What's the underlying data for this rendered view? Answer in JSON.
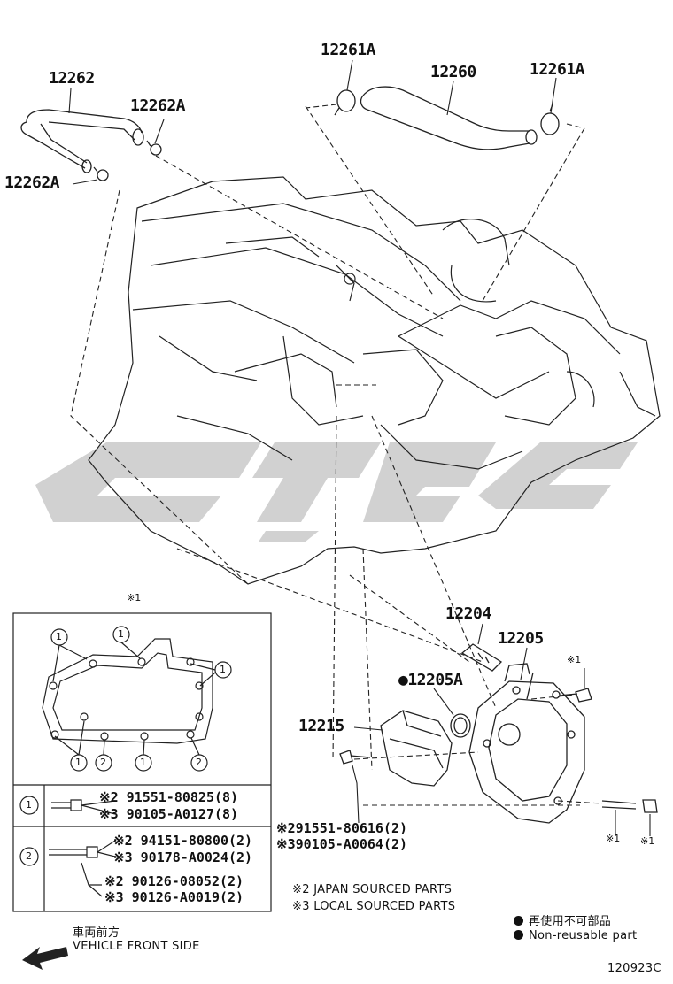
{
  "diagram_id": "120923C",
  "callouts": {
    "c12262": "12262",
    "c12262A_top": "12262A",
    "c12262A_left": "12262A",
    "c12261A_left": "12261A",
    "c12260": "12260",
    "c12261A_right": "12261A",
    "c12204": "12204",
    "c12205": "12205",
    "c12205A": "●12205A",
    "c12215": "12215",
    "star1_top": "※1",
    "star1_box": "※1",
    "star1_bot_a": "※1",
    "star1_bot_b": "※1"
  },
  "legend_box": {
    "circle1": "1",
    "circle2": "2",
    "row1_line1": "※2 91551-80825(8)",
    "row1_line2": "※3 90105-A0127(8)",
    "row2_line1": "※2 94151-80800(2)",
    "row2_line2": "※3 90178-A0024(2)",
    "row2_line3": "※2 90126-08052(2)",
    "row2_line4": "※3 90126-A0019(2)"
  },
  "bolt_part_numbers": {
    "line1": "※291551-80616(2)",
    "line2": "※390105-A0064(2)"
  },
  "notes": {
    "japan": "※2 JAPAN SOURCED PARTS",
    "local": "※3 LOCAL SOURCED PARTS",
    "nonreuse_jp": "再使用不可部品",
    "nonreuse_en": "Non-reusable part",
    "front_jp": "車両前方",
    "front_en": "VEHICLE FRONT SIDE"
  },
  "watermark": {
    "color": "#c8c8c8"
  }
}
